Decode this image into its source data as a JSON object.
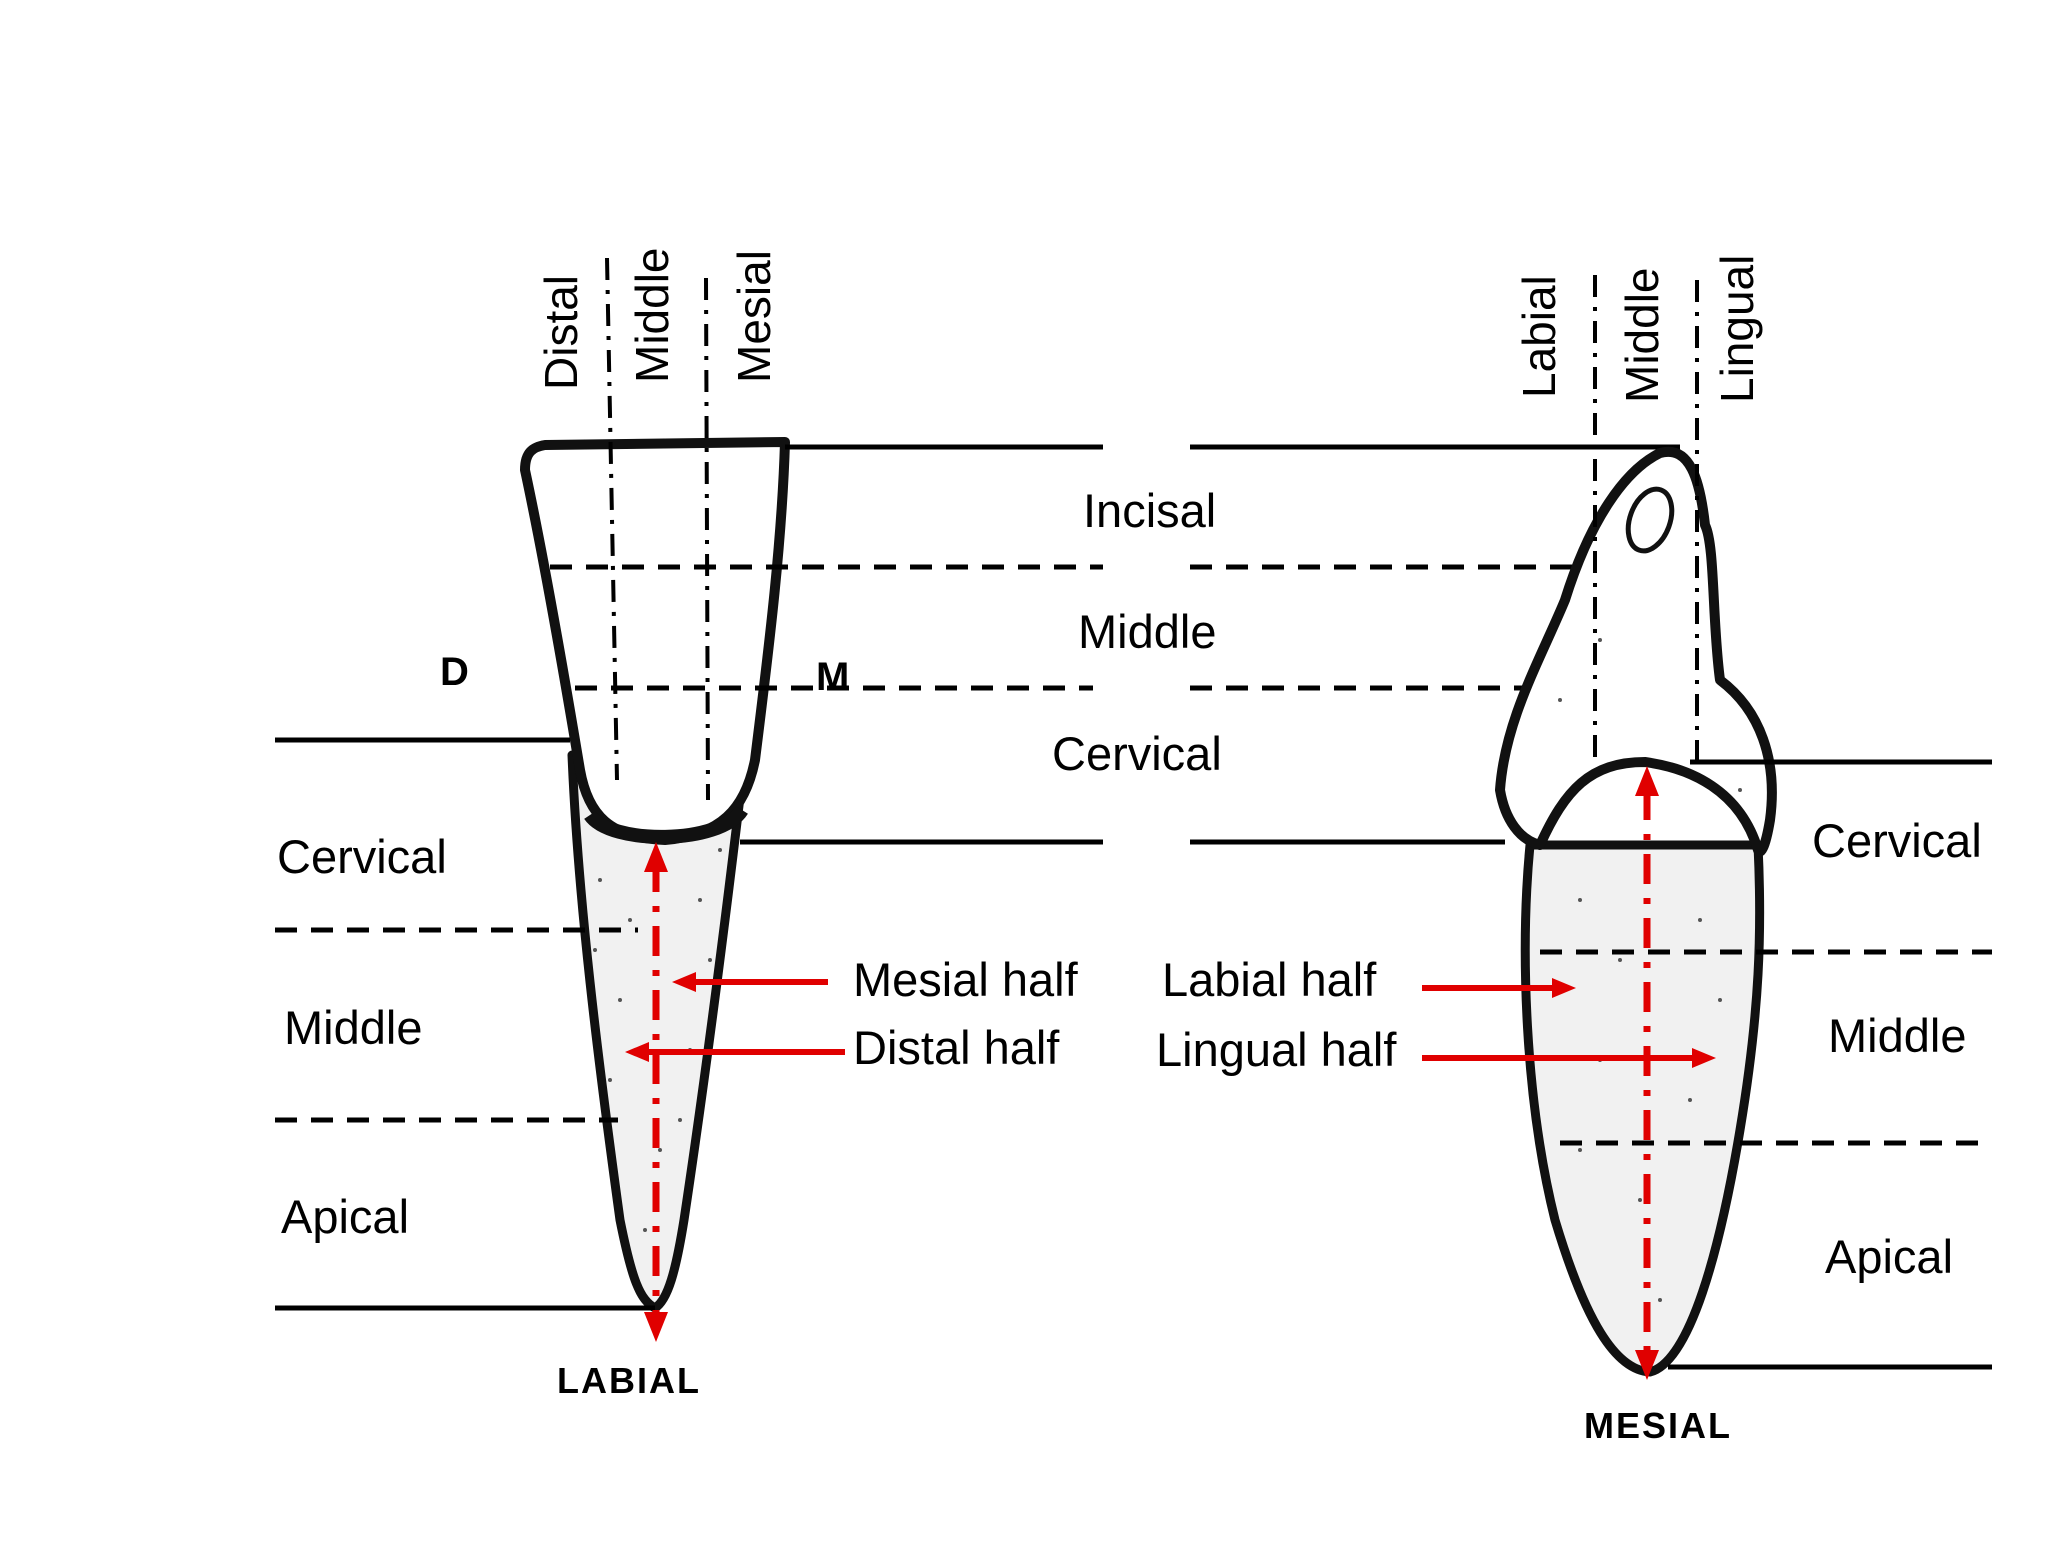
{
  "left_view": {
    "top_labels": [
      "Distal",
      "Middle",
      "Mesial"
    ],
    "side_markers": {
      "left": "D",
      "right": "M"
    },
    "zone_labels": {
      "cervical": "Cervical",
      "middle": "Middle",
      "apical": "Apical"
    },
    "caption": "LABIAL"
  },
  "center_labels": {
    "incisal": "Incisal",
    "middle": "Middle",
    "cervical": "Cervical"
  },
  "right_view": {
    "top_labels": [
      "Labial",
      "Middle",
      "Lingual"
    ],
    "zone_labels": {
      "cervical": "Cervical",
      "middle": "Middle",
      "apical": "Apical"
    },
    "caption": "MESIAL"
  },
  "arrow_labels": {
    "mesial_half": "Mesial half",
    "distal_half": "Distal half",
    "labial_half": "Labial half",
    "lingual_half": "Lingual half"
  },
  "colors": {
    "outline": "#000000",
    "arrow": "#e00000"
  }
}
